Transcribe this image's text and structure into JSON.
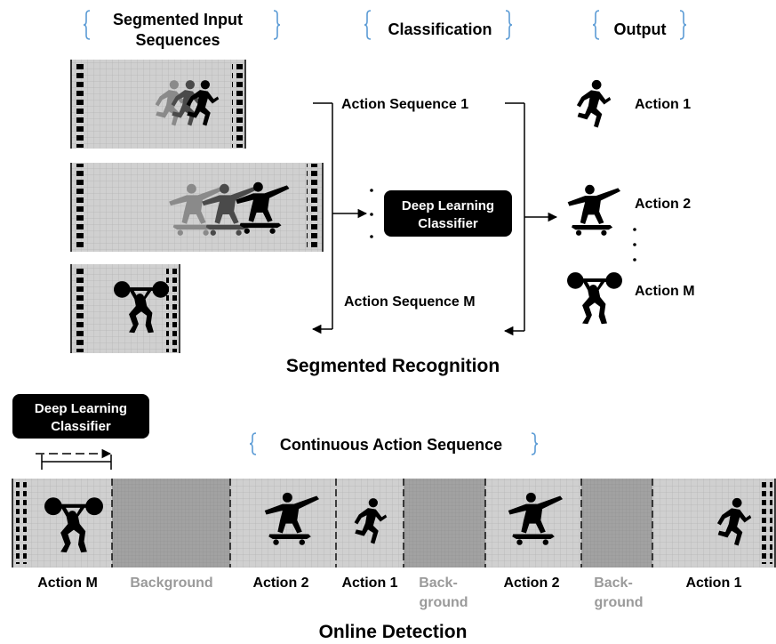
{
  "headers": {
    "input_line1": "Segmented Input",
    "input_line2": "Sequences",
    "classification": "Classification",
    "output": "Output"
  },
  "sequences": {
    "first": "Action Sequence 1",
    "last": "Action Sequence M"
  },
  "classifier": {
    "line1": "Deep Learning",
    "line2": "Classifier"
  },
  "outputs": {
    "action1": "Action 1",
    "action2": "Action 2",
    "actionM": "Action M"
  },
  "section_titles": {
    "segmented": "Segmented Recognition",
    "online": "Online Detection"
  },
  "continuous_label": "Continuous Action Sequence",
  "timeline": [
    {
      "label": "Action M",
      "type": "action"
    },
    {
      "label": "Background",
      "type": "background"
    },
    {
      "label": "Action 2",
      "type": "action"
    },
    {
      "label": "Action 1",
      "type": "action"
    },
    {
      "label_line1": "Back-",
      "label_line2": "ground",
      "type": "background"
    },
    {
      "label": "Action 2",
      "type": "action"
    },
    {
      "label_line1": "Back-",
      "label_line2": "ground",
      "type": "background"
    },
    {
      "label": "Action 1",
      "type": "action"
    }
  ],
  "icons": [
    "runner-icon",
    "skateboarder-icon",
    "weightlifter-icon"
  ],
  "colors": {
    "action_bg": "#cfcfcf",
    "background_segment": "#9e9e9e",
    "classifier_box": "#000000",
    "brace": "#5b9bd5",
    "gray_label": "#9a9a9a"
  }
}
